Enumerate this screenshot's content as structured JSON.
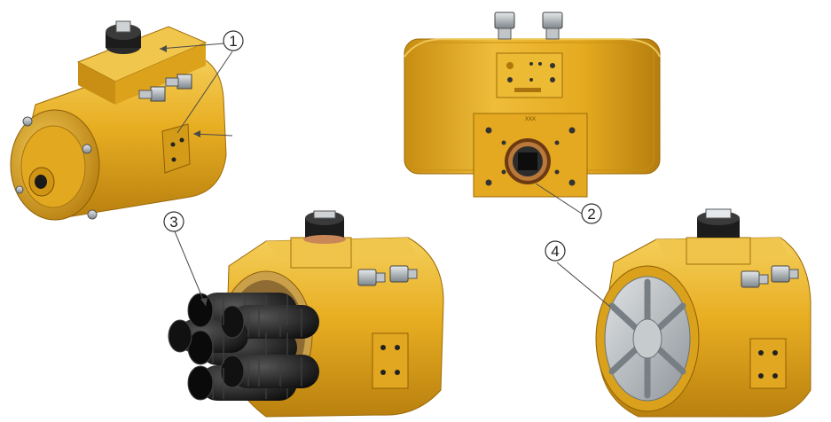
{
  "callouts": [
    {
      "label": "1"
    },
    {
      "label": "2"
    },
    {
      "label": "3"
    },
    {
      "label": "4"
    }
  ],
  "markings": {
    "top_face_code": "XXX"
  },
  "colors": {
    "body_yellow": "#e6ad1f",
    "body_shadow": "#b97f0e",
    "body_highlight": "#f6d46a",
    "steel": "#9aa2a8",
    "rubber_black": "#1b1b1b",
    "leader_line": "#4a4a4a"
  },
  "icons": {
    "bolt": "hex-bolt",
    "indicator": "position-indicator-cap",
    "spring": "spring-cartridge"
  }
}
